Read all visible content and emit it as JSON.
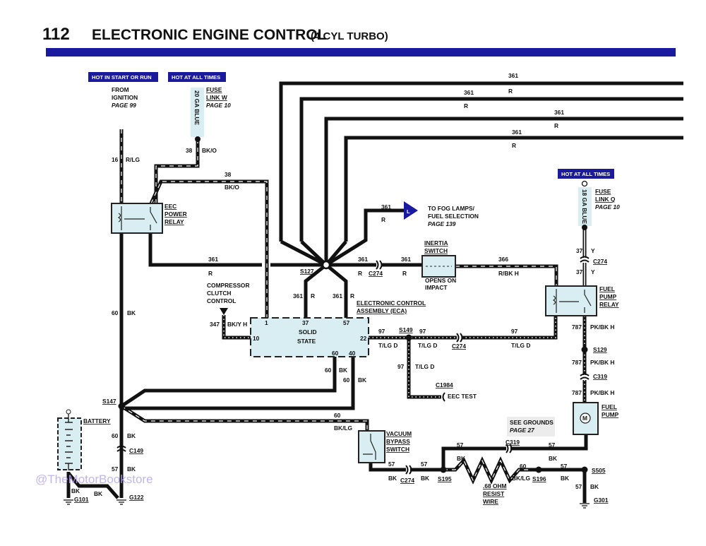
{
  "page": {
    "number": "112",
    "title": "ELECTRONIC ENGINE CONTROL",
    "subtitle": "(4 CYL TURBO)",
    "accent_color": "#1a1aa0"
  },
  "banners": {
    "hot_start_run": "HOT IN START OR RUN",
    "hot_all_times_left": "HOT AT ALL TIMES",
    "hot_all_times_right": "HOT AT ALL TIMES",
    "color": "#1a1a9a"
  },
  "sources": {
    "ignition": [
      "FROM",
      "IGNITION",
      "PAGE 99"
    ],
    "fuse_w": [
      "FUSE",
      "LINK W",
      "PAGE 10"
    ],
    "fuse_w_gauge": "20 GA BLUE",
    "fuse_q": [
      "FUSE",
      "LINK Q",
      "PAGE 10"
    ],
    "fuse_q_gauge": "18 GA BLUE",
    "fog": [
      "TO FOG LAMPS/",
      "FUEL SELECTION",
      "PAGE 139"
    ],
    "fog_connector": "L",
    "grounds": [
      "SEE GROUNDS",
      "PAGE 27"
    ]
  },
  "components": {
    "eec_relay": [
      "EEC",
      "POWER",
      "RELAY"
    ],
    "eca": [
      "ELECTRONIC CONTROL",
      "ASSEMBLY (ECA)"
    ],
    "eca_body": [
      "SOLID",
      "STATE"
    ],
    "eca_pins": [
      "1",
      "37",
      "57",
      "10",
      "22",
      "60",
      "40"
    ],
    "compressor": [
      "COMPRESSOR",
      "CLUTCH",
      "CONTROL"
    ],
    "inertia": [
      "INERTIA",
      "SWITCH"
    ],
    "inertia_note": [
      "OPENS ON",
      "IMPACT"
    ],
    "fuel_pump_relay": [
      "FUEL",
      "PUMP",
      "RELAY"
    ],
    "fuel_pump": [
      "FUEL",
      "PUMP"
    ],
    "fuel_pump_motor": "M",
    "battery": "BATTERY",
    "vacuum": [
      "VACUUM",
      "BYPASS",
      "SWITCH"
    ],
    "resist": [
      ".68 OHM",
      "RESIST",
      "WIRE"
    ],
    "eec_test": "EEC TEST"
  },
  "connectors": [
    "S127",
    "C274",
    "S149",
    "C274",
    "C1984",
    "S147",
    "C149",
    "G101",
    "G122",
    "C274",
    "S195",
    "C319",
    "S196",
    "S505",
    "G301",
    "C274",
    "S129",
    "C319"
  ],
  "wire_labels": [
    "16",
    "R/LG",
    "38",
    "BK/O",
    "38",
    "BK/O",
    "361",
    "R",
    "361",
    "R",
    "361",
    "R",
    "361",
    "R",
    "361",
    "R",
    "361",
    "R",
    "347",
    "BK/Y H",
    "97",
    "T/LG D",
    "97",
    "T/LG D",
    "97",
    "T/LG D",
    "97",
    "T/LG D",
    "60",
    "BK",
    "60",
    "BK",
    "60",
    "BK",
    "60",
    "BK/LG",
    "60",
    "BK",
    "57",
    "BK",
    "BK",
    "BK",
    "57",
    "BK",
    "57",
    "BK",
    "57",
    "BK",
    "57",
    "BK",
    "60",
    "BK/LG",
    "57",
    "BK",
    "57",
    "BK",
    "366",
    "R/BK H",
    "37",
    "Y",
    "37",
    "Y",
    "787",
    "PK/BK H",
    "787",
    "PK/BK H",
    "787",
    "PK/BK H",
    "361",
    "R",
    "361",
    "R",
    "361",
    "R",
    "361",
    "R"
  ],
  "watermark": "@TheMotorBookstore"
}
